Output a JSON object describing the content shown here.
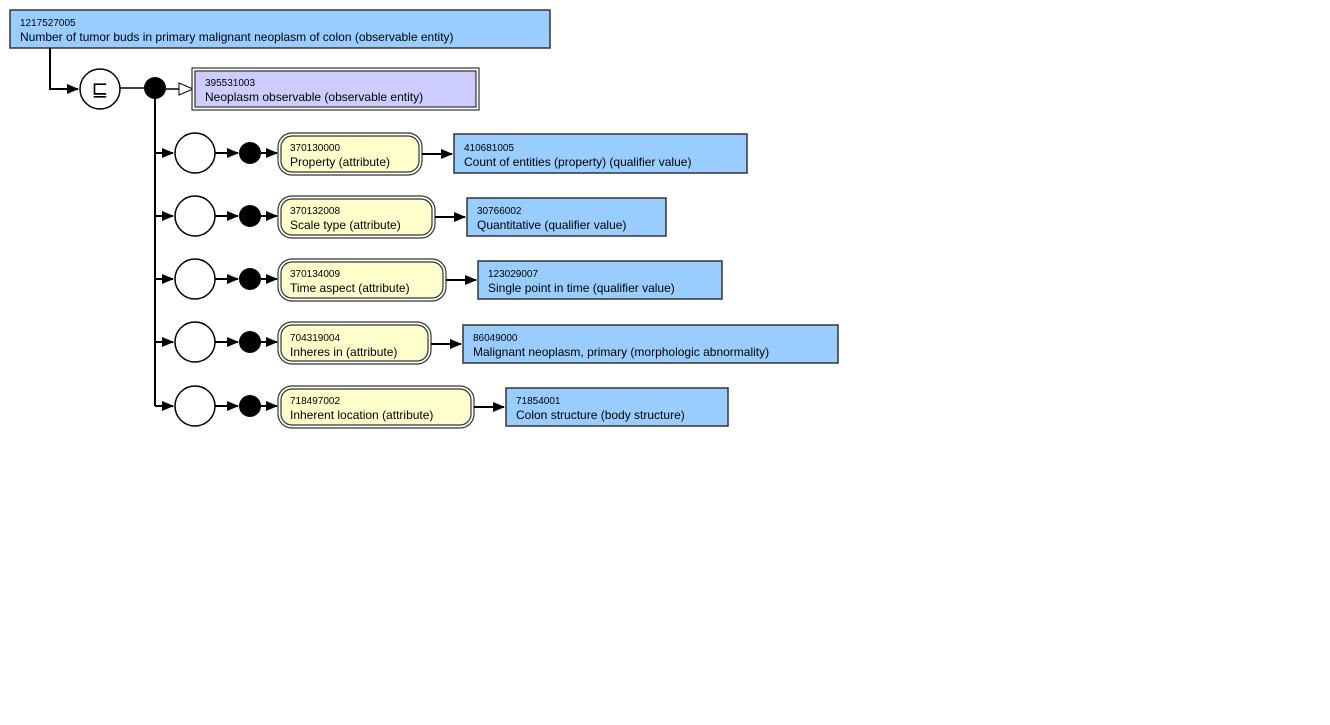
{
  "focus": {
    "id": "1217527005",
    "name": "Number of tumor buds in primary malignant neoplasm of colon (observable entity)"
  },
  "subsumption_symbol": "⊑",
  "parent": {
    "id": "395531003",
    "name": "Neoplasm observable (observable entity)"
  },
  "relationships": [
    {
      "attribute": {
        "id": "370130000",
        "name": "Property (attribute)"
      },
      "value": {
        "id": "410681005",
        "name": "Count of entities (property) (qualifier value)"
      }
    },
    {
      "attribute": {
        "id": "370132008",
        "name": "Scale type (attribute)"
      },
      "value": {
        "id": "30766002",
        "name": "Quantitative (qualifier value)"
      }
    },
    {
      "attribute": {
        "id": "370134009",
        "name": "Time aspect (attribute)"
      },
      "value": {
        "id": "123029007",
        "name": "Single point in time (qualifier value)"
      }
    },
    {
      "attribute": {
        "id": "704319004",
        "name": "Inheres in (attribute)"
      },
      "value": {
        "id": "86049000",
        "name": "Malignant neoplasm, primary (morphologic abnormality)"
      }
    },
    {
      "attribute": {
        "id": "718497002",
        "name": "Inherent location (attribute)"
      },
      "value": {
        "id": "71854001",
        "name": "Colon structure (body structure)"
      }
    }
  ],
  "colors": {
    "defined_concept": "#99ccff",
    "primitive_concept": "#ccccff",
    "attribute": "#ffffcc",
    "stroke": "#333333"
  }
}
